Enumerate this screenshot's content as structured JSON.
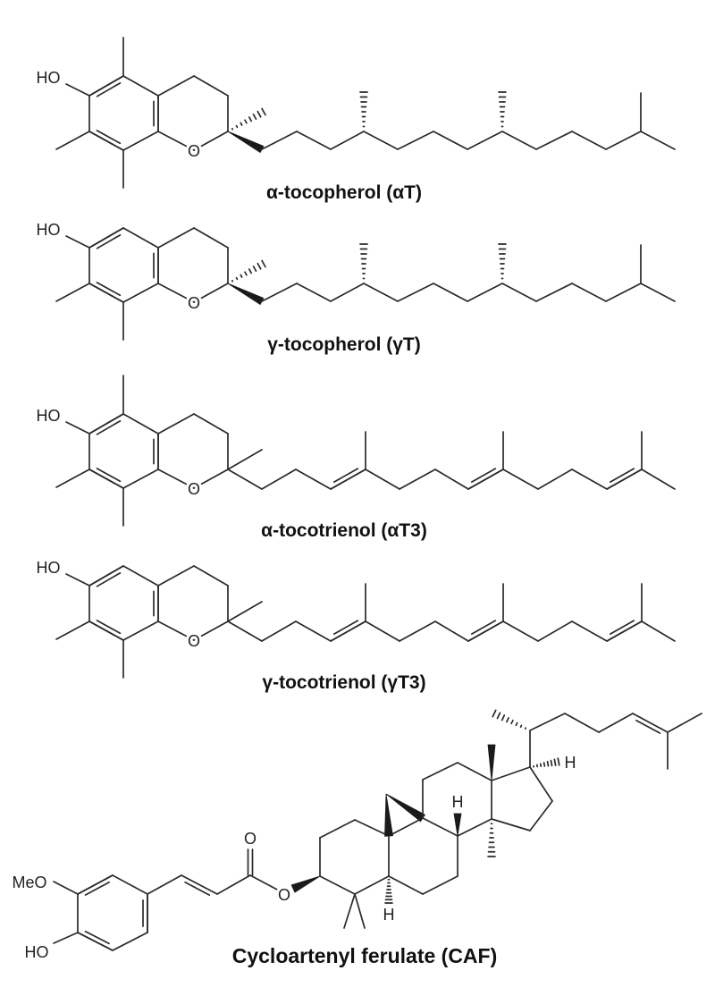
{
  "atoms": {
    "HO": "HO",
    "O": "O",
    "MeO": "MeO",
    "H": "H"
  },
  "molecules": [
    {
      "name": "α-tocopherol (αT)"
    },
    {
      "name": "γ-tocopherol (γT)"
    },
    {
      "name": "α-tocotrienol (αT3)"
    },
    {
      "name": "γ-tocotrienol (γT3)"
    },
    {
      "name": "Cycloartenyl ferulate (CAF)"
    }
  ],
  "colors": {
    "ink": "#222222",
    "background": "#ffffff"
  }
}
